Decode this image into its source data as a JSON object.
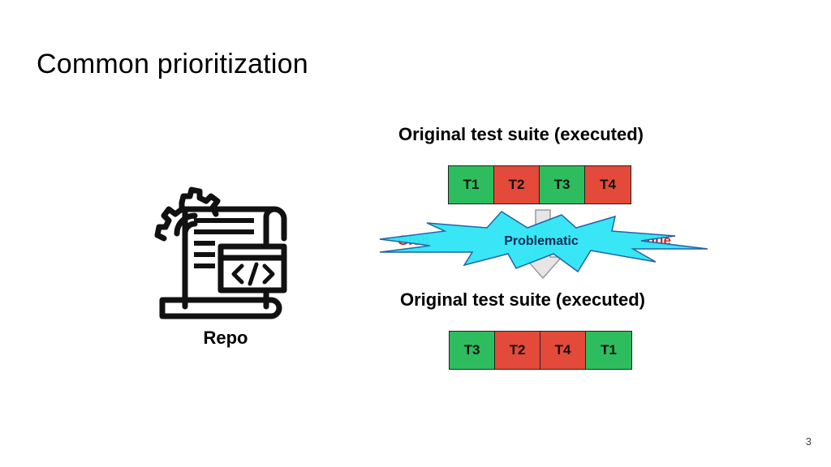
{
  "slide": {
    "title": "Common prioritization",
    "page_number": "3"
  },
  "repo": {
    "icon": "code-repository-icon",
    "label": "Repo"
  },
  "original_suite": {
    "heading": "Original test suite (executed)",
    "tests": [
      {
        "label": "T1",
        "status": "pass"
      },
      {
        "label": "T2",
        "status": "fail"
      },
      {
        "label": "T3",
        "status": "pass"
      },
      {
        "label": "T4",
        "status": "fail"
      }
    ]
  },
  "flow": {
    "arrow_icon": "down-arrow-icon",
    "burst_label": "Problematic"
  },
  "reordered_suite": {
    "heading": "Original test suite (executed)",
    "tests": [
      {
        "label": "T3",
        "status": "pass"
      },
      {
        "label": "T2",
        "status": "fail"
      },
      {
        "label": "T4",
        "status": "fail"
      },
      {
        "label": "T1",
        "status": "pass"
      }
    ]
  },
  "colors": {
    "pass": "#2ebd5e",
    "fail": "#e44a3a",
    "burst_fill": "#32e6f5",
    "hidden_text": "#d8231a"
  }
}
